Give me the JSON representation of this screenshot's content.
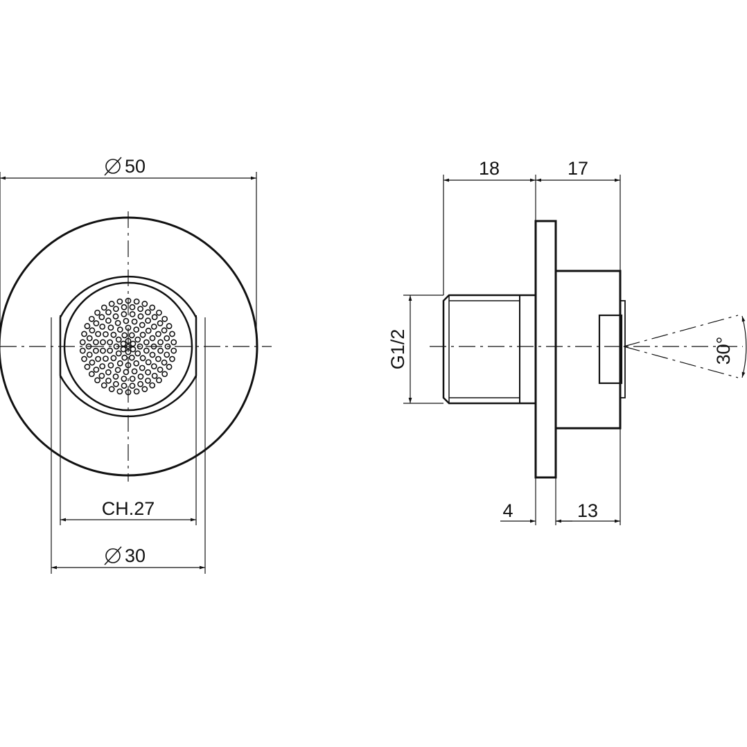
{
  "colors": {
    "line": "#111111",
    "background": "#ffffff"
  },
  "front_view": {
    "diameter_outer": "50",
    "diameter_inner": "30",
    "wrench_size": "CH.27",
    "diameter_symbol_icon": "diameter-symbol-icon"
  },
  "side_view": {
    "thread_length": "18",
    "body_length": "17",
    "thread_label": "G1/2",
    "flange_thickness": "4",
    "head_length": "13",
    "spray_angle": "30°"
  }
}
